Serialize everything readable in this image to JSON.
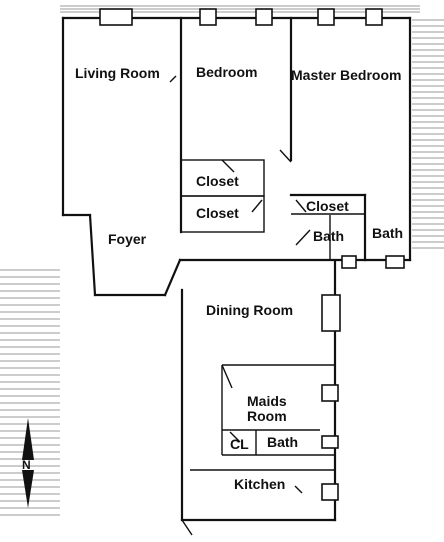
{
  "rooms": {
    "living_room": "Living Room",
    "bedroom": "Bedroom",
    "master_bedroom": "Master Bedroom",
    "closet_upper": "Closet",
    "closet_lower": "Closet",
    "closet_master": "Closet",
    "foyer": "Foyer",
    "bath_left": "Bath",
    "bath_right": "Bath",
    "dining_room": "Dining Room",
    "maids_room_line1": "Maids",
    "maids_room_line2": "Room",
    "closet_maids": "CL",
    "bath_maids": "Bath",
    "kitchen": "Kitchen"
  },
  "compass": {
    "label": "N",
    "icon": "north-arrow-icon"
  },
  "colors": {
    "ink": "#111111",
    "hatch": "#777777",
    "paper": "#ffffff"
  }
}
